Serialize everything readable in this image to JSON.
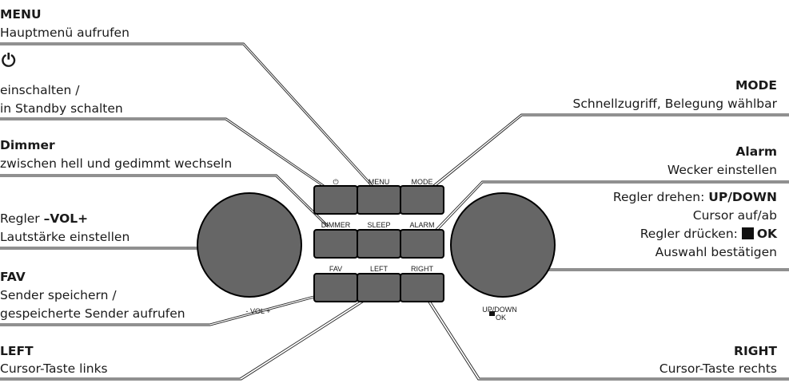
{
  "callouts": {
    "menu": {
      "title": "MENU",
      "desc": "Hauptmenü aufrufen"
    },
    "power": {
      "title": "⏻",
      "desc_line1": "einschalten /",
      "desc_line2": "in Standby schalten"
    },
    "dimmer": {
      "title": "Dimmer",
      "desc": "zwischen hell und gedimmt wechseln"
    },
    "volume": {
      "prefix": "Regler ",
      "title": "–VOL+",
      "desc": "Lautstärke einstellen"
    },
    "fav": {
      "title": "FAV",
      "desc_line1": "Sender speichern /",
      "desc_line2": "gespeicherte Sender aufrufen"
    },
    "left": {
      "title": "LEFT",
      "desc": "Cursor-Taste links"
    },
    "mode": {
      "title": "MODE",
      "desc": "Schnellzugriff, Belegung wählbar"
    },
    "alarm": {
      "title": "Alarm",
      "desc": "Wecker einstellen"
    },
    "updown": {
      "line1_prefix": "Regler drehen: ",
      "line1_bold": "UP/DOWN",
      "line2": "Cursor auf/ab",
      "line3_prefix": "Regler drücken: ",
      "line3_bold": "OK",
      "line4": "Auswahl bestätigen"
    },
    "right": {
      "title": "RIGHT",
      "desc": "Cursor-Taste rechts"
    }
  },
  "device": {
    "row1": [
      "⏻",
      "MENU",
      "MODE"
    ],
    "row2": [
      "DIMMER",
      "SLEEP",
      "ALARM"
    ],
    "row3": [
      "FAV",
      "LEFT",
      "RIGHT"
    ],
    "vol_knob_label": "- VOL +",
    "nav_knob_label_1": "UP/DOWN",
    "nav_knob_label_2": "OK"
  },
  "colors": {
    "button_fill": "#666666",
    "knob_fill": "#666666",
    "line": "#222222"
  }
}
